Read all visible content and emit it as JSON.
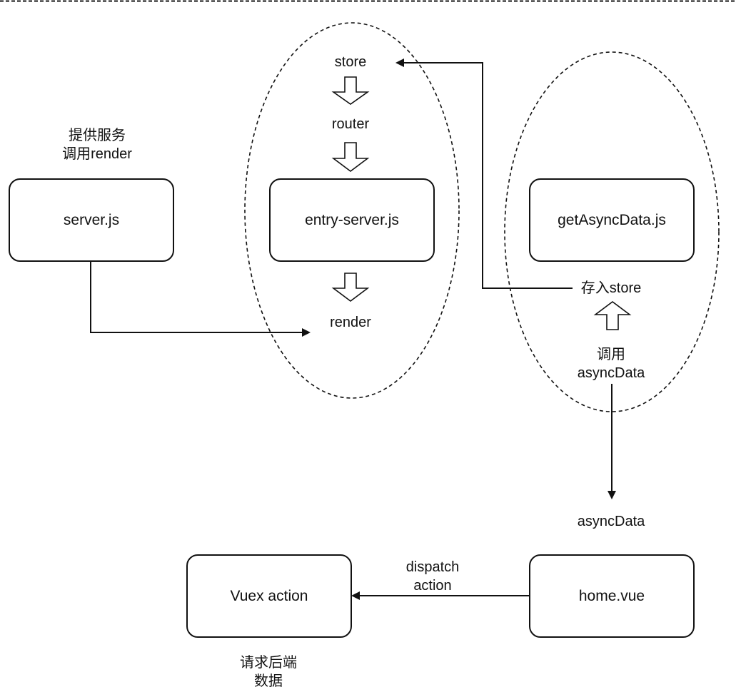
{
  "nodes": {
    "server_js": "server.js",
    "entry_server_js": "entry-server.js",
    "get_async_data_js": "getAsyncData.js",
    "vuex_action": "Vuex action",
    "home_vue": "home.vue"
  },
  "labels": {
    "store": "store",
    "router": "router",
    "render": "render",
    "server_caption_line1": "提供服务",
    "server_caption_line2": "调用render",
    "save_to_store": "存入store",
    "call_async_data_line1": "调用",
    "call_async_data_line2": "asyncData",
    "async_data": "asyncData",
    "dispatch_action_line1": "dispatch",
    "dispatch_action_line2": "action",
    "backend_line1": "请求后端",
    "backend_line2": "数据"
  },
  "colors": {
    "stroke": "#111111",
    "background": "#ffffff"
  }
}
